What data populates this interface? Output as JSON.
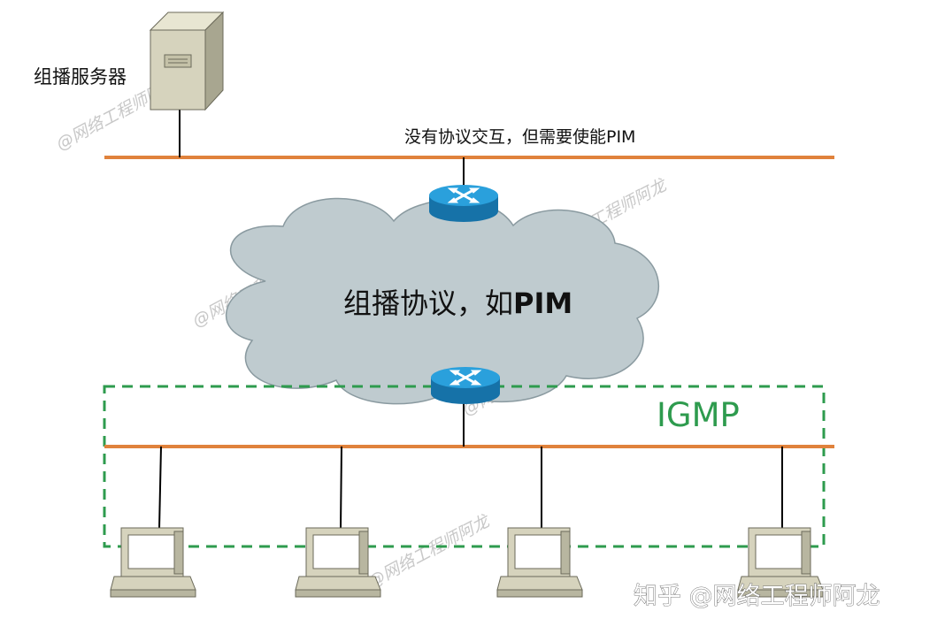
{
  "labels": {
    "server": "组播服务器",
    "top_note": "没有协议交互，但需要使能PIM",
    "cloud_prefix": "组播协议，如",
    "cloud_suffix": "PIM",
    "igmp": "IGMP"
  },
  "watermarks": {
    "text": "@网络工程师阿龙",
    "credit": "知乎 @网络工程师阿龙"
  },
  "colors": {
    "segment_line": "#e0823c",
    "igmp_box": "#2e9b4e",
    "cloud_fill": "#bfcbcf",
    "cloud_stroke": "#8a9aa0",
    "router_blue": "#1f8fcf",
    "device_beige": "#d6d3bd"
  },
  "icons": [
    "server-icon",
    "router-icon",
    "pc-icon",
    "cloud-shape"
  ]
}
